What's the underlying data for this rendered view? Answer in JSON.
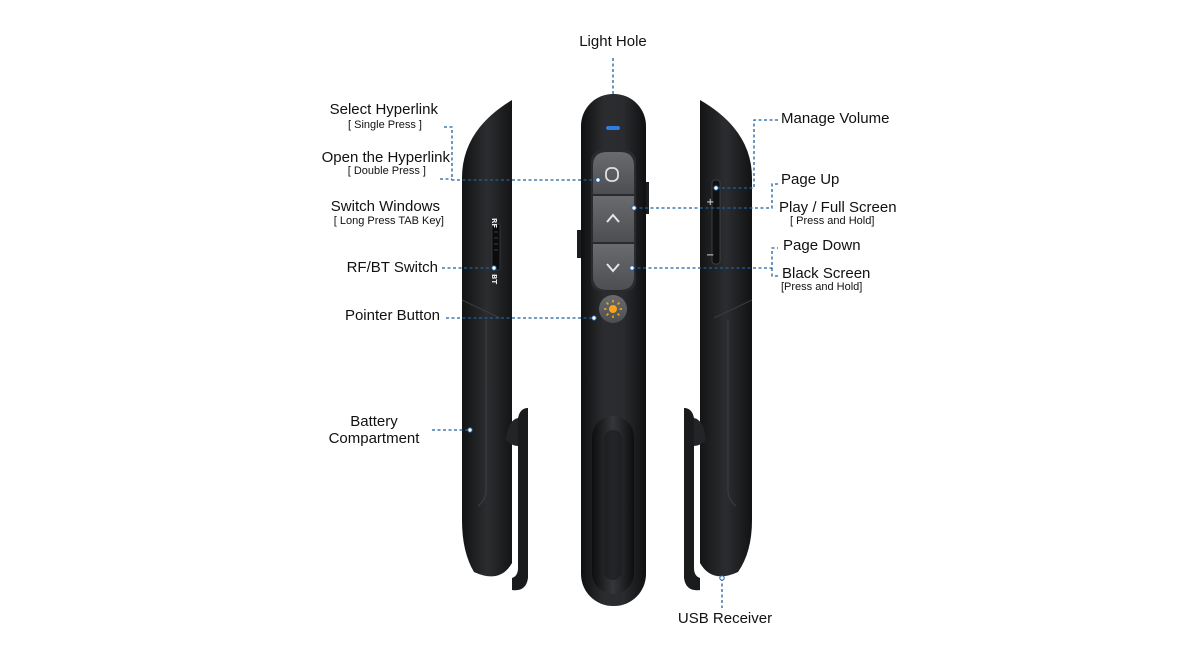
{
  "labels": {
    "light_hole": "Light Hole",
    "select_hyperlink": "Select Hyperlink",
    "select_hyperlink_note": "[ Single Press ]",
    "open_hyperlink": "Open the Hyperlink",
    "open_hyperlink_note": "[ Double Press ]",
    "switch_windows": "Switch Windows",
    "switch_windows_note": "[ Long Press TAB Key]",
    "rf_bt_switch": "RF/BT Switch",
    "pointer_button": "Pointer Button",
    "battery_compartment_line1": "Battery",
    "battery_compartment_line2": "Compartment",
    "manage_volume": "Manage Volume",
    "page_up": "Page Up",
    "play_full_screen": "Play / Full Screen",
    "play_full_screen_note": "[ Press and Hold]",
    "page_down": "Page Down",
    "black_screen": "Black Screen",
    "black_screen_note": "[Press and Hold]",
    "usb_receiver": "USB Receiver"
  },
  "device_marks": {
    "switch_rf": "RF",
    "switch_bt": "BT",
    "volume_plus": "+",
    "volume_minus": "−"
  },
  "colors": {
    "leader_line": "#1f5fa0",
    "body_dark": "#1d1e20",
    "button_gray": "#5b5c60",
    "led_blue": "#2f7de0",
    "laser_orange": "#f4a51c"
  }
}
